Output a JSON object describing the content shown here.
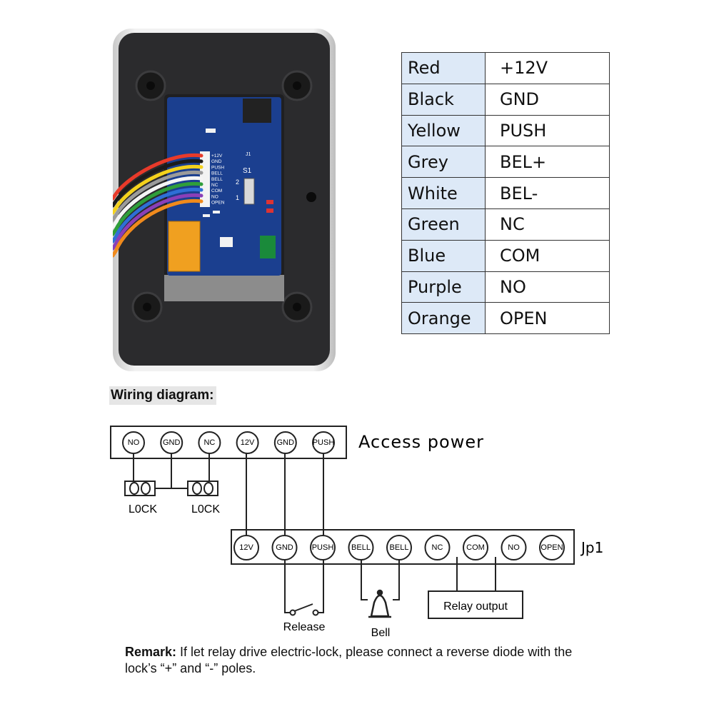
{
  "color_table": [
    {
      "color": "Red",
      "signal": "+12V"
    },
    {
      "color": "Black",
      "signal": "GND"
    },
    {
      "color": "Yellow",
      "signal": "PUSH"
    },
    {
      "color": "Grey",
      "signal": "BEL+"
    },
    {
      "color": "White",
      "signal": "BEL-"
    },
    {
      "color": "Green",
      "signal": "NC"
    },
    {
      "color": "Blue",
      "signal": "COM"
    },
    {
      "color": "Purple",
      "signal": "NO"
    },
    {
      "color": "Orange",
      "signal": "OPEN"
    }
  ],
  "device": {
    "pcb_labels": [
      "+12V",
      "GND",
      "PUSH",
      "BELL",
      "BELL",
      "NC",
      "COM",
      "NO",
      "OPEN"
    ],
    "switch_label": "S1",
    "switch_pos_2": "2",
    "switch_pos_1": "1",
    "header_label": "J1",
    "wire_colors": [
      "#e83a2a",
      "#1b1b1b",
      "#f4d21c",
      "#9b9b9b",
      "#f5f5f5",
      "#2f9e3a",
      "#2e6fd6",
      "#8a3fb8",
      "#f08a1c"
    ]
  },
  "diagram": {
    "title": "Wiring diagram:",
    "access_power": {
      "label": "Access power",
      "pins": [
        "NO",
        "GND",
        "NC",
        "12V",
        "GND",
        "PUSH"
      ]
    },
    "lock_labels": [
      "L0CK",
      "L0CK"
    ],
    "jp1": {
      "label": "Jp1",
      "pins": [
        "12V",
        "GND",
        "PUSH",
        "BELL",
        "BELL",
        "NC",
        "COM",
        "NO",
        "OPEN"
      ]
    },
    "release_label": "Release",
    "bell_label": "Bell",
    "relay_label": "Relay output"
  },
  "remark": {
    "bold": "Remark:",
    "text": " If let relay drive electric-lock, please connect a reverse diode with the lock’s “+” and “-” poles."
  }
}
